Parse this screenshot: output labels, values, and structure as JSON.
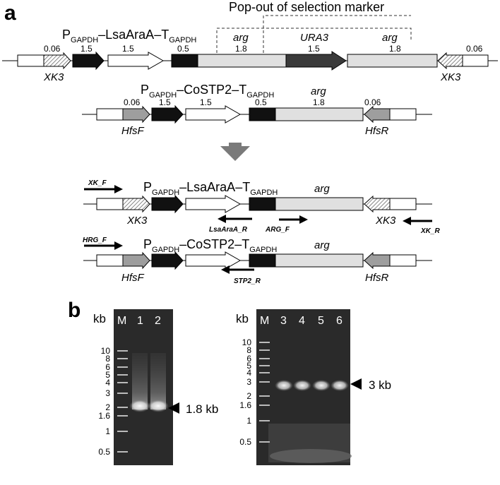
{
  "panel_a": {
    "label": "a",
    "popout": "Pop-out of selection marker",
    "cassettes": {
      "p": "P",
      "gapdh": "GAPDH",
      "t": "–T",
      "lsa": "–LsaAraA",
      "costp": "–CoSTP2"
    },
    "row1_nums": [
      "0.06",
      "1.5",
      "1.5",
      "0.5",
      "1.8",
      "1.5",
      "1.8",
      "0.06"
    ],
    "row1_genes": {
      "arg1": "arg",
      "ura3": "URA3",
      "arg2": "arg",
      "xk3_left": "XK3",
      "xk3_right": "XK3"
    },
    "row2_nums": [
      "0.06",
      "1.5",
      "1.5",
      "0.5",
      "1.8",
      "0.06"
    ],
    "row2_genes": {
      "arg": "arg",
      "hfsf": "HfsF",
      "hfsr": "HfsR"
    },
    "row3_genes": {
      "arg": "arg",
      "xk3_left": "XK3",
      "xk3_right": "XK3"
    },
    "row4_genes": {
      "arg": "arg",
      "hfsf": "HfsF",
      "hfsr": "HfsR"
    },
    "primers": {
      "xk_f": "XK_F",
      "xk_r": "XK_R",
      "lsaaraa_r": "LsaAraA_R",
      "arg_f": "ARG_F",
      "hrg_f": "HRG_F",
      "stp2_r": "STP2_R"
    }
  },
  "panel_b": {
    "label": "b",
    "kb": "kb",
    "gel1": {
      "lanes": [
        "M",
        "1",
        "2"
      ],
      "ladder": [
        "10",
        "8",
        "6",
        "5",
        "4",
        "3",
        "2",
        "1.6",
        "1",
        "0.5"
      ],
      "band_label": "1.8 kb"
    },
    "gel2": {
      "lanes": [
        "M",
        "3",
        "4",
        "5",
        "6"
      ],
      "ladder": [
        "10",
        "8",
        "6",
        "5",
        "4",
        "3",
        "2",
        "1.6",
        "1",
        "0.5"
      ],
      "band_label": "3 kb"
    }
  },
  "colors": {
    "black_block": "#111111",
    "grey_block": "#e0e0e0",
    "ura3": "#3a3a3a",
    "flank_arrow": "#9e9e9e",
    "transition_arrow": "#7a7a7a",
    "gel_bg": "#2a2a2a"
  }
}
